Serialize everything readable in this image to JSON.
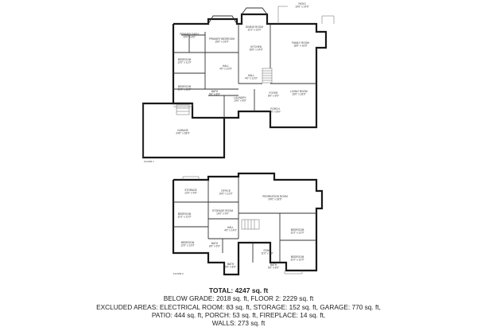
{
  "floors": [
    {
      "tag": "FLOOR 1",
      "rooms": [
        {
          "name": "PATIO",
          "dims": "10'0\" x 14'0\""
        },
        {
          "name": "DINING ROOM",
          "dims": "11'0\" x 13'0\""
        },
        {
          "name": "FAMILY ROOM",
          "dims": "18'0\" x 16'0\""
        },
        {
          "name": "PRIMARY BEDROOM",
          "dims": "15'0\" x 19'0\""
        },
        {
          "name": "PRIMARY BATH",
          "dims": "10'0\" x 8'0\""
        },
        {
          "name": "BEDROOM",
          "dims": "12'0\" x 11'0\""
        },
        {
          "name": "KITCHEN",
          "dims": "15'0\" x 14'0\""
        },
        {
          "name": "HALL",
          "dims": "4'0\" x 10'0\""
        },
        {
          "name": "BEDROOM",
          "dims": "11'0\" x 11'0\""
        },
        {
          "name": "HALL",
          "dims": "4'0\" x 12'0\""
        },
        {
          "name": "LIVING ROOM",
          "dims": "16'0\" x 18'0\""
        },
        {
          "name": "BATH",
          "dims": "5'0\" x 8'0\""
        },
        {
          "name": "FOYER",
          "dims": "8'0\" x 9'0\""
        },
        {
          "name": "PORCH",
          "dims": "6'0\" x 8'0\""
        },
        {
          "name": "LAUNDRY",
          "dims": "10'0\" x 8'0\""
        },
        {
          "name": "GARAGE",
          "dims": "24'0\" x 28'0\""
        }
      ]
    },
    {
      "tag": "FLOOR 2",
      "rooms": [
        {
          "name": "STORAGE",
          "dims": "12'0\" x 9'0\""
        },
        {
          "name": "OFFICE",
          "dims": "10'0\" x 11'0\""
        },
        {
          "name": "RECREATION ROOM",
          "dims": "24'0\" x 18'0\""
        },
        {
          "name": "BEDROOM",
          "dims": "11'0\" x 12'0\""
        },
        {
          "name": "STORAGE ROOM",
          "dims": "10'0\" x 9'0\""
        },
        {
          "name": "HALL",
          "dims": "4'0\" x 14'0\""
        },
        {
          "name": "BEDROOM",
          "dims": "12'0\" x 13'0\""
        },
        {
          "name": "BATH",
          "dims": "8'0\" x 5'0\""
        },
        {
          "name": "STAIR",
          "dims": "11'0\" x 7'0\""
        },
        {
          "name": "BATH",
          "dims": "6'0\" x 8'0\""
        },
        {
          "name": "BEDROOM",
          "dims": "11'0\" x 12'0\""
        },
        {
          "name": "BEDROOM",
          "dims": "11'0\" x 12'0\""
        },
        {
          "name": "BATH",
          "dims": "5'0\" x 6'0\""
        }
      ]
    }
  ],
  "summary": {
    "total": "TOTAL: 4247 sq. ft",
    "line1": "BELOW GRADE: 2018 sq. ft, FLOOR 2: 2229 sq. ft",
    "line2": "EXCLUDED AREAS: ELECTRICAL ROOM: 83 sq. ft, STORAGE: 152 sq. ft, GARAGE: 770 sq. ft,",
    "line3": "PATIO: 444 sq. ft, PORCH: 53 sq. ft, FIREPLACE: 14 sq. ft,",
    "line4": "WALLS: 273 sq. ft"
  }
}
